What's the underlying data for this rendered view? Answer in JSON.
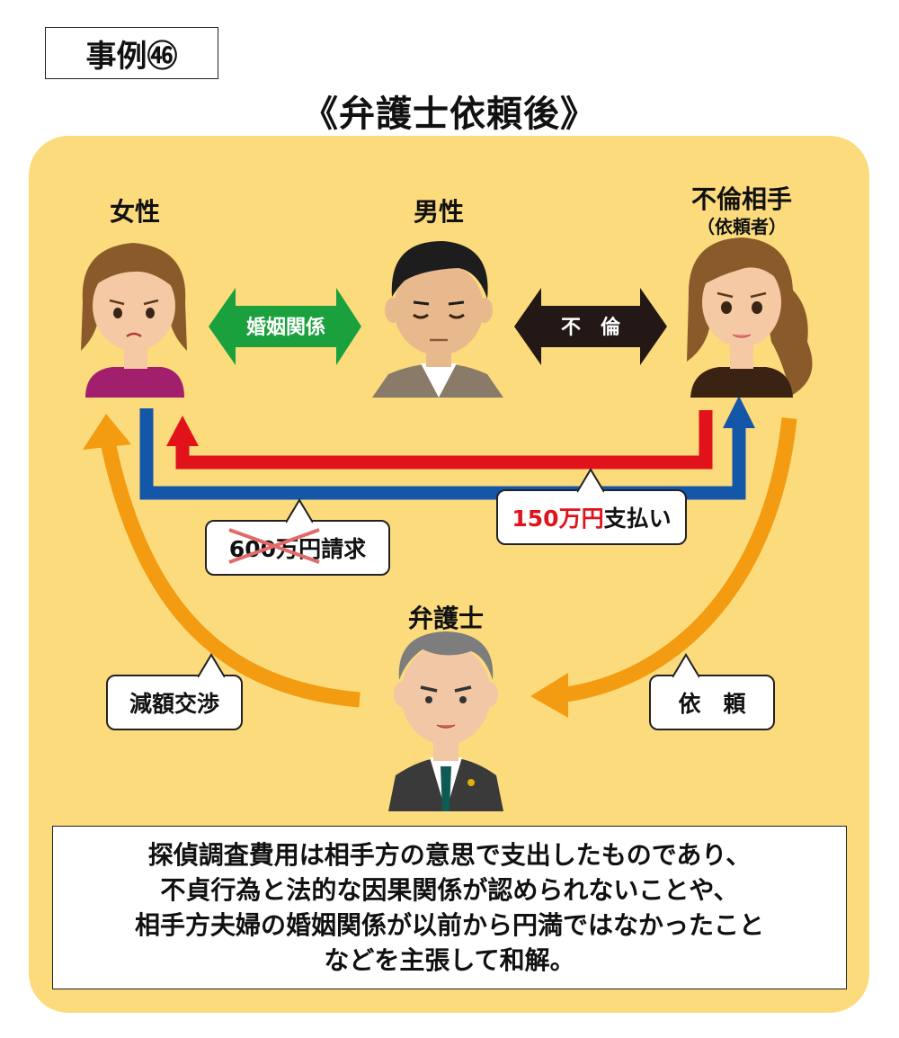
{
  "case_label": "事例㊻",
  "title": "《弁護士依頼後》",
  "nodes": {
    "wife": "女性",
    "husband": "男性",
    "lover": "不倫相手",
    "lover_sub": "（依頼者）",
    "lawyer": "弁護士"
  },
  "relations": {
    "marriage": "婚姻関係",
    "affair": "不　倫"
  },
  "callouts": {
    "claim_struck": "600万円",
    "claim_suffix": "請求",
    "payment_amount": "150万円",
    "payment_suffix": "支払い",
    "negotiation": "減額交渉",
    "request": "依　頼"
  },
  "summary_lines": [
    "探偵調査費用は相手方の意思で支出したものであり、",
    "不貞行為と法的な因果関係が認められないことや、",
    "相手方夫婦の婚姻関係が以前から円満ではなかったこと",
    "などを主張して和解。"
  ],
  "colors": {
    "panel": "#fbdb7c",
    "marriage_arrow": "#1aa03c",
    "affair_arrow": "#231815",
    "payment_line": "#e2121b",
    "claim_line": "#1457a8",
    "lawyer_arrows": "#f39c12"
  }
}
